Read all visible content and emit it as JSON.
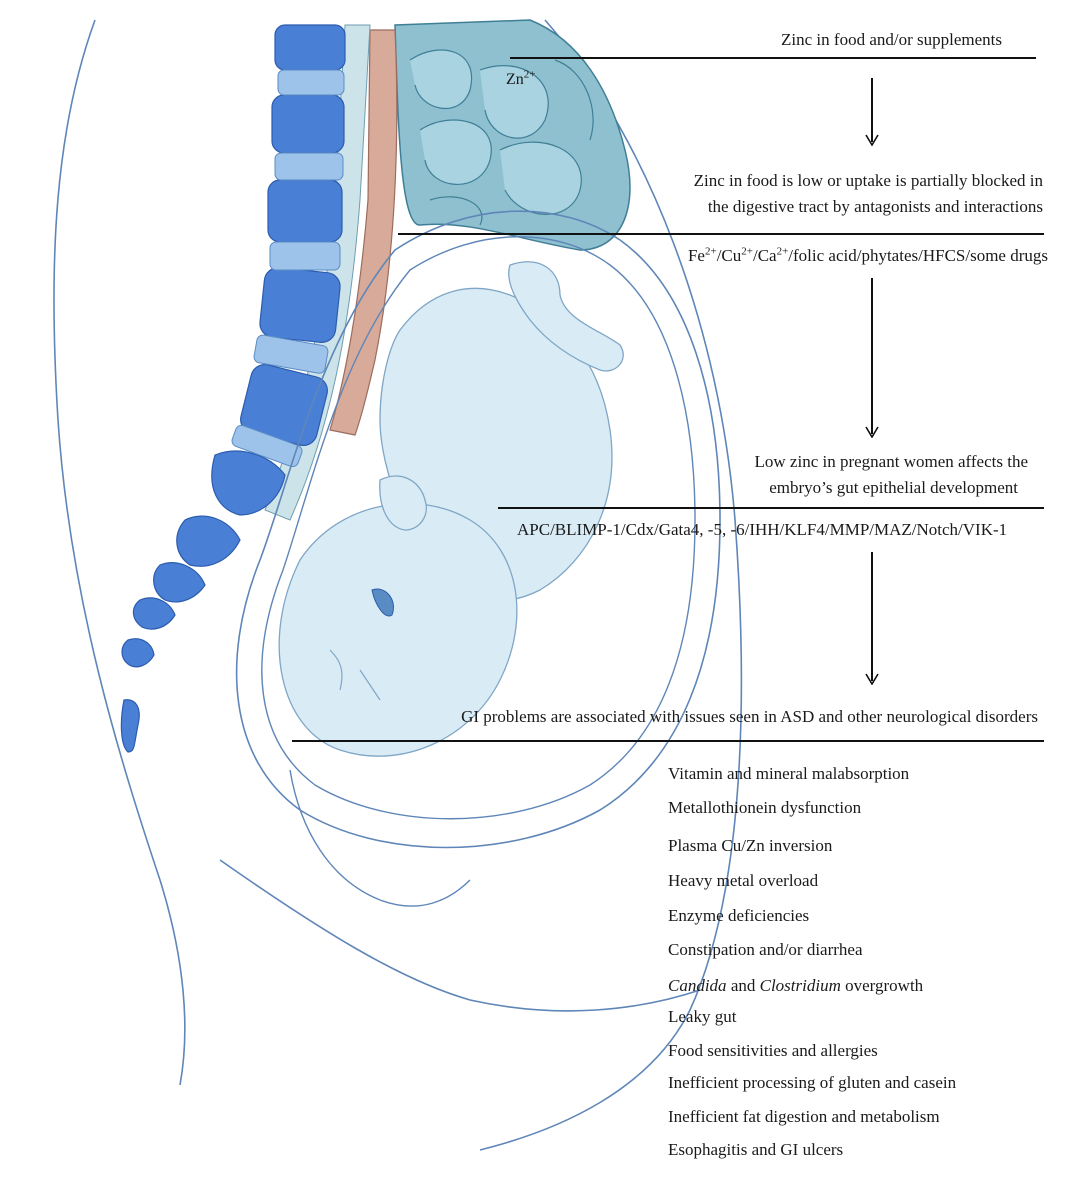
{
  "zn_label": {
    "base": "Zn",
    "sup": "2+"
  },
  "steps": [
    {
      "lines": [
        "Zinc in food and/or supplements"
      ]
    },
    {
      "lines": [
        "Zinc in food is low or uptake is partially blocked in",
        "the digestive tract by antagonists and interactions"
      ]
    },
    {
      "lines": [
        "Low zinc in pregnant women affects the",
        "embryo’s gut epithelial development"
      ]
    },
    {
      "lines": [
        "GI problems are associated with issues seen in ASD and other neurological disorders"
      ]
    }
  ],
  "antagonists": {
    "fe": "Fe",
    "fe_sup": "2+",
    "cu": "/Cu",
    "cu_sup": "2+",
    "ca": "/Ca",
    "ca_sup": "2+",
    "rest": "/folic acid/phytates/HFCS/some drugs"
  },
  "genes": "APC/BLIMP-1/Cdx/Gata4, -5, -6/IHH/KLF4/MMP/MAZ/Notch/VIK-1",
  "issues": [
    "Vitamin and mineral malabsorption",
    "Metallothionein dysfunction",
    "Plasma Cu/Zn inversion",
    "Heavy metal overload",
    "Enzyme deficiencies",
    "Constipation and/or diarrhea",
    "Candida and Clostridium overgrowth",
    "Leaky gut",
    "Food sensitivities and allergies",
    "Inefficient processing of gluten and casein",
    "Inefficient fat digestion and metabolism",
    "Esophagitis and GI ulcers"
  ],
  "overgrowth_parts": {
    "a": "Candida",
    "b": " and ",
    "c": "Clostridium",
    "d": " overgrowth"
  },
  "colors": {
    "spine": "#4a7fd6",
    "spine_light": "#9ec3ea",
    "aorta": "#d7aa9a",
    "intestine": "#7fb4c6",
    "fetus": "#d9ecf6",
    "outline": "#5f86b8"
  }
}
